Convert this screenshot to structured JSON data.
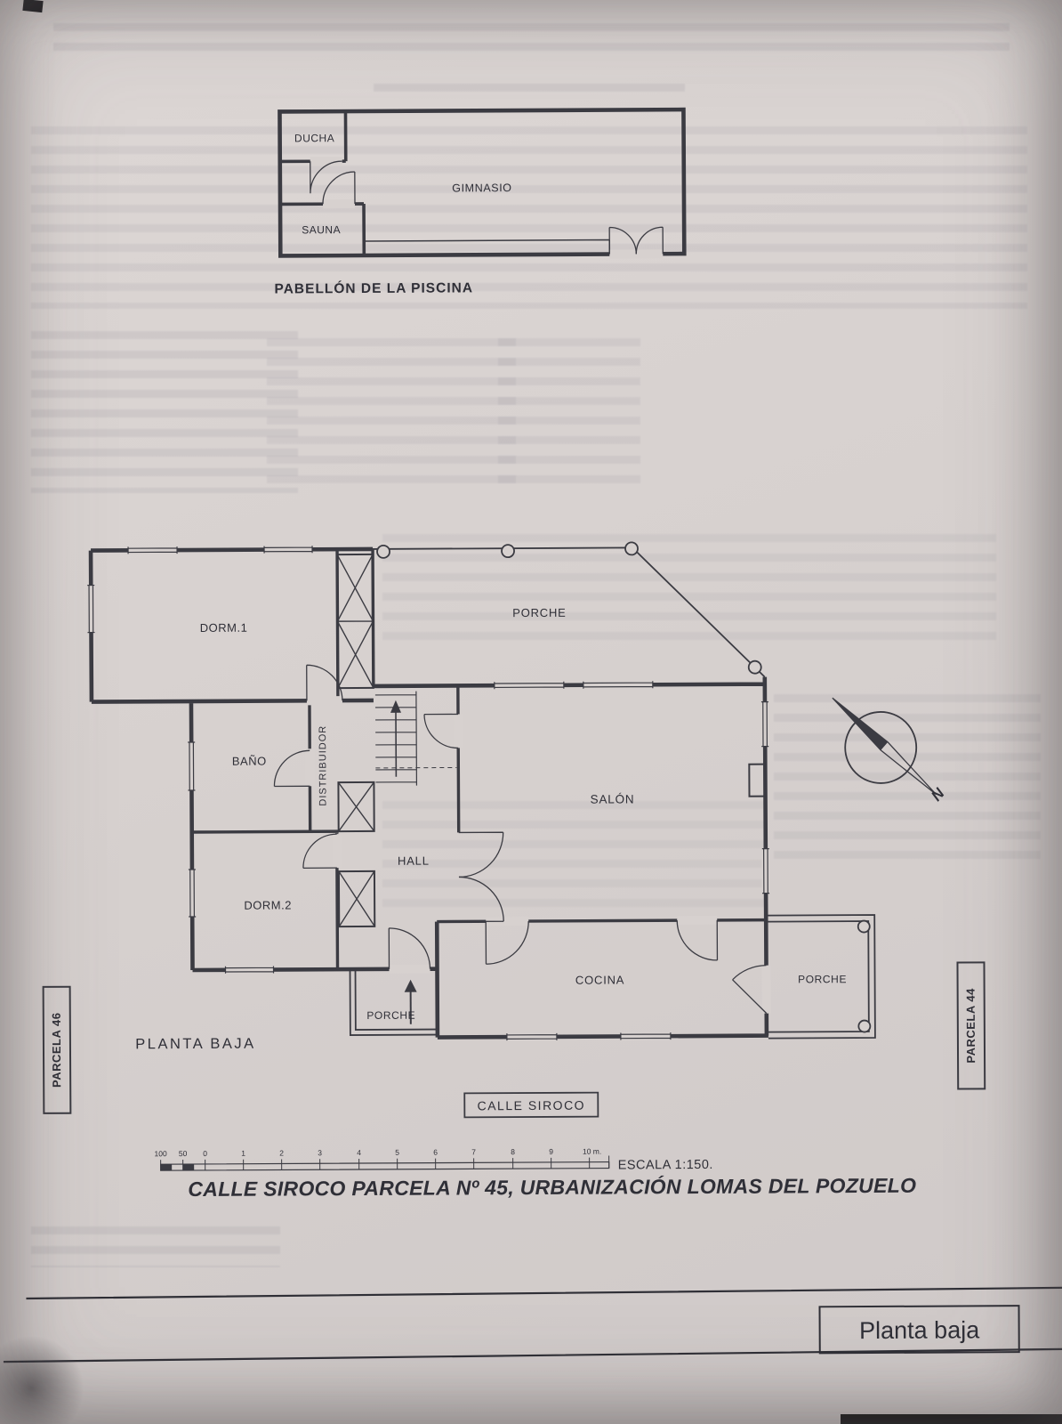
{
  "document": {
    "pool_plan": {
      "title": "PABELLÓN DE LA PISCINA",
      "rooms": {
        "ducha": "DUCHA",
        "sauna": "SAUNA",
        "gimnasio": "GIMNASIO"
      }
    },
    "floor_plan": {
      "title": "PLANTA BAJA",
      "rooms": {
        "dorm1": "DORM.1",
        "porche_top": "PORCHE",
        "bano": "BAÑO",
        "distribuidor": "DISTRIBUIDOR",
        "salon": "SALÓN",
        "hall": "HALL",
        "dorm2": "DORM.2",
        "cocina": "COCINA",
        "porche_right": "PORCHE",
        "porche_bottom": "PORCHE"
      },
      "north": "N",
      "parcela_left": "PARCELA 46",
      "parcela_right": "PARCELA 44",
      "street": "CALLE SIROCO"
    },
    "scale_bar": {
      "labels": [
        "100",
        "50",
        "0",
        "1",
        "2",
        "3",
        "4",
        "5",
        "6",
        "7",
        "8",
        "9",
        "10 m."
      ],
      "escala": "ESCALA 1:150."
    },
    "caption": "CALLE SIROCO PARCELA Nº 45, URBANIZACIÓN LOMAS DEL POZUELO",
    "title_block": {
      "label": "Planta baja"
    }
  },
  "colors": {
    "paper": "#d7d1cf",
    "ink": "#3b3b42"
  }
}
